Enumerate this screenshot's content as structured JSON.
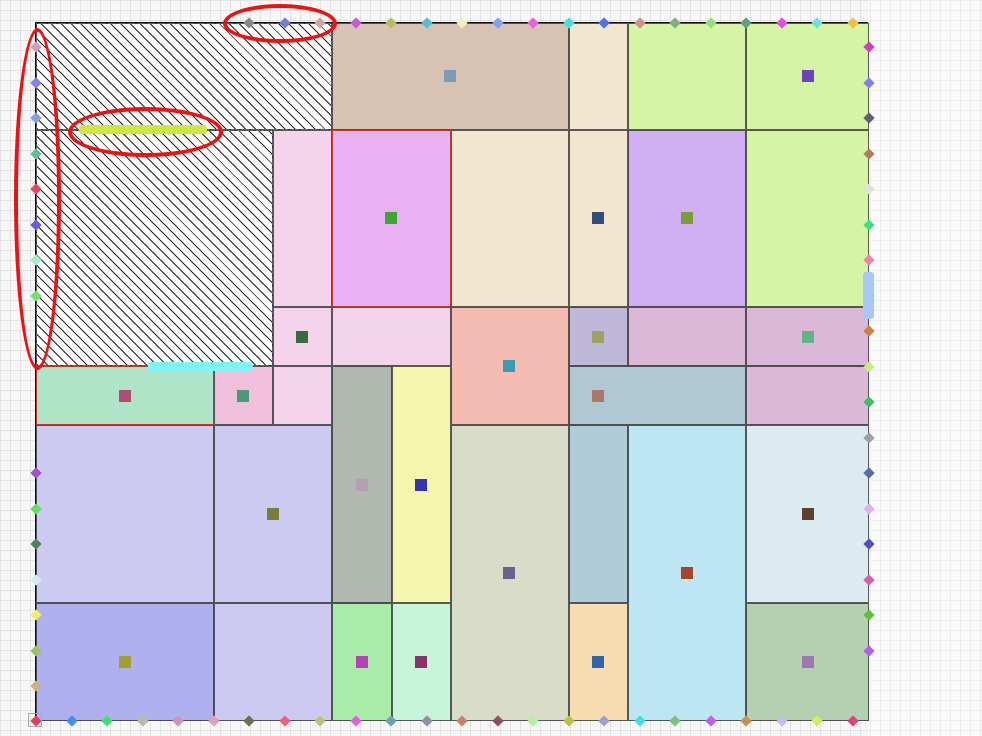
{
  "game": {
    "regions": [
      {
        "id": "r01",
        "color": "#ffffff",
        "hatched": true,
        "selected": false
      },
      {
        "id": "r02",
        "color": "#d7c2b4",
        "hatched": false,
        "selected": false
      },
      {
        "id": "r03",
        "color": "#f2e6d0",
        "hatched": false,
        "selected": false
      },
      {
        "id": "r04",
        "color": "#d5f4a6",
        "hatched": false,
        "selected": false
      },
      {
        "id": "r05",
        "color": "#d5f4a6",
        "hatched": false,
        "selected": false
      },
      {
        "id": "r06",
        "color": "#ffffff",
        "hatched": true,
        "selected": false
      },
      {
        "id": "r07",
        "color": "#f3d4ea",
        "hatched": false,
        "selected": false
      },
      {
        "id": "r08",
        "color": "#e9b0f4",
        "hatched": false,
        "selected": true
      },
      {
        "id": "r09",
        "color": "#f2e6d0",
        "hatched": false,
        "selected": false
      },
      {
        "id": "r10",
        "color": "#f2e6d0",
        "hatched": false,
        "selected": false
      },
      {
        "id": "r11",
        "color": "#d0b0f2",
        "hatched": false,
        "selected": false
      },
      {
        "id": "r12",
        "color": "#d5f4a6",
        "hatched": false,
        "selected": false
      },
      {
        "id": "r13",
        "color": "#f3d4ea",
        "hatched": false,
        "selected": false
      },
      {
        "id": "r14",
        "color": "#f3d4ea",
        "hatched": false,
        "selected": false
      },
      {
        "id": "r15",
        "color": "#f4bcb2",
        "hatched": false,
        "selected": false
      },
      {
        "id": "r16",
        "color": "#c0b8d8",
        "hatched": false,
        "selected": false
      },
      {
        "id": "r17",
        "color": "#dcb8d8",
        "hatched": false,
        "selected": false
      },
      {
        "id": "r18",
        "color": "#dcb8d8",
        "hatched": false,
        "selected": false
      },
      {
        "id": "r19",
        "color": "#aee4c8",
        "hatched": false,
        "selected": true
      },
      {
        "id": "r20",
        "color": "#f0c0dc",
        "hatched": false,
        "selected": false
      },
      {
        "id": "r21",
        "color": "#f3d4ea",
        "hatched": false,
        "selected": false
      },
      {
        "id": "r22",
        "color": "#b0b8b0",
        "hatched": false,
        "selected": false
      },
      {
        "id": "r23",
        "color": "#f6f6b0",
        "hatched": false,
        "selected": false
      },
      {
        "id": "r24",
        "color": "#b0c8d4",
        "hatched": false,
        "selected": false
      },
      {
        "id": "r25",
        "color": "#dcb8d8",
        "hatched": false,
        "selected": false
      },
      {
        "id": "r26",
        "color": "#cccaf0",
        "hatched": false,
        "selected": false
      },
      {
        "id": "r27",
        "color": "#cccaf0",
        "hatched": false,
        "selected": false
      },
      {
        "id": "r28",
        "color": "#d8dcc8",
        "hatched": false,
        "selected": false
      },
      {
        "id": "r29",
        "color": "#b0ccd8",
        "hatched": false,
        "selected": false
      },
      {
        "id": "r30",
        "color": "#bce6f2",
        "hatched": false,
        "selected": false
      },
      {
        "id": "r31",
        "color": "#dcebf2",
        "hatched": false,
        "selected": false
      },
      {
        "id": "r32",
        "color": "#b0b0ee",
        "hatched": false,
        "selected": false
      },
      {
        "id": "r33",
        "color": "#cccaf0",
        "hatched": false,
        "selected": false
      },
      {
        "id": "r34",
        "color": "#a8eca8",
        "hatched": false,
        "selected": false
      },
      {
        "id": "r35",
        "color": "#c8f4dc",
        "hatched": false,
        "selected": false
      },
      {
        "id": "r36",
        "color": "#f6dcb0",
        "hatched": false,
        "selected": false
      },
      {
        "id": "r37",
        "color": "#b4d0b0",
        "hatched": false,
        "selected": false
      }
    ],
    "markers": [
      {
        "color": "#7b9cb4"
      },
      {
        "color": "#7044b8"
      },
      {
        "color": "#3aa830"
      },
      {
        "color": "#334c7c"
      },
      {
        "color": "#7c9c34"
      },
      {
        "color": "#366c40"
      },
      {
        "color": "#3a9cae"
      },
      {
        "color": "#a0a060"
      },
      {
        "color": "#60b488"
      },
      {
        "color": "#b04c74"
      },
      {
        "color": "#489c78"
      },
      {
        "color": "#a87868"
      },
      {
        "color": "#b4a0b4"
      },
      {
        "color": "#3434b4"
      },
      {
        "color": "#787c3c"
      },
      {
        "color": "#68648c"
      },
      {
        "color": "#a8442c"
      },
      {
        "color": "#5c4030"
      },
      {
        "color": "#a0a030"
      },
      {
        "color": "#b444b4"
      },
      {
        "color": "#883468"
      },
      {
        "color": "#3464a8"
      },
      {
        "color": "#a078b0"
      }
    ],
    "edge_pins": {
      "top": [
        "#888888",
        "#7a7ad8",
        "#d8a0a0",
        "#c060d0",
        "#b0c060",
        "#50c0d0",
        "#f0f0c0",
        "#80a0f0",
        "#e860e0",
        "#40e0e0",
        "#5070f0",
        "#d09090",
        "#80b080",
        "#90e080",
        "#60a080",
        "#e050e0",
        "#70e0e0",
        "#f0c040"
      ],
      "bottom": [
        "#e04060",
        "#4090f0",
        "#40e070",
        "#b0c0a0",
        "#d090c0",
        "#e0a0b0",
        "#707050",
        "#f06080",
        "#c0c080",
        "#e060e0",
        "#70a0b0",
        "#9090a0",
        "#d08070",
        "#905060",
        "#b0f0a0",
        "#c0c040",
        "#a0a0d0",
        "#40e0e0",
        "#80c080",
        "#c060f0",
        "#d09050",
        "#c0c0f0",
        "#d0f060",
        "#e04080"
      ],
      "left": [
        "#d0a0c0",
        "#8080f0",
        "#80a0e0",
        "#60c090",
        "#f04060",
        "#6060e0",
        "#a0f0c0",
        "#70e070",
        "#a050d0",
        "#60e060",
        "#508060",
        "#d0f0f0",
        "#f0f060",
        "#a0c060",
        "#d0b080"
      ],
      "right": [
        "#d040c0",
        "#8080f0",
        "#606070",
        "#b08060",
        "#e0e0e0",
        "#40e080",
        "#f080b0",
        "#d04060",
        "#d08040",
        "#c0f080",
        "#40c060",
        "#a0a0a0",
        "#5070a0",
        "#e0b0f0",
        "#5050c0",
        "#d060b0",
        "#60c040",
        "#b060f0"
      ]
    }
  }
}
